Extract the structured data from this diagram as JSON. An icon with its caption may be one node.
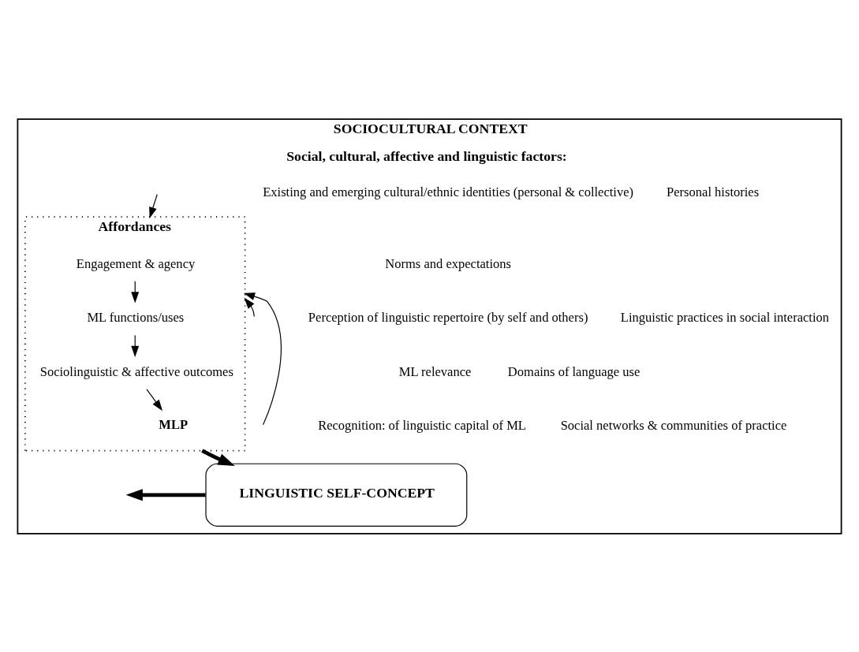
{
  "diagram": {
    "nodes": [
      {
        "text": [
          "SOCIOCULTURAL CONTEXT",
          "Social, cultural, affective and linguistic factors:"
        ]
      },
      {
        "text": [
          "Affordances"
        ],
        "in": 0
      },
      {
        "text": [
          "Engagement & agency"
        ],
        "in": 1
      },
      {
        "text": [
          "ML functions/uses"
        ],
        "in": 1
      },
      {
        "text": [
          "Sociolinguistic & affective outcomes"
        ],
        "in": 1
      },
      {
        "text": [
          "MLP"
        ],
        "in": 1
      },
      {
        "text": [
          "LINGUISTIC SELF-CONCEPT"
        ],
        "in": 0
      }
    ],
    "edges": [
      {
        "from": null,
        "to": 1,
        "arrow": "to"
      },
      {
        "from": null,
        "to": 1,
        "arrow": "to"
      },
      {
        "from": null,
        "to": 1,
        "arrow": "to"
      },
      {
        "from": 2,
        "to": 3,
        "arrow": "to"
      },
      {
        "from": 3,
        "to": 4,
        "arrow": "to"
      },
      {
        "from": 4,
        "to": 5,
        "arrow": "to"
      },
      {
        "from": 1,
        "to": 6,
        "arrow": "to",
        "style": "thick"
      },
      {
        "from": 6,
        "to": null,
        "arrow": "to",
        "style": "thick"
      }
    ],
    "labels": [
      "Existing and emerging cultural/ethnic identities (personal & collective)",
      "Personal histories",
      "Norms and expectations",
      "Perception of linguistic repertoire (by self and others)",
      "Linguistic practices in social interaction",
      "ML relevance",
      "Domains of language use",
      "Recognition: of linguistic capital of ML",
      "Social networks & communities of practice"
    ]
  }
}
